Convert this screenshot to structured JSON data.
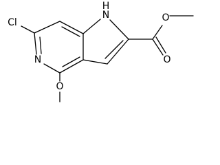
{
  "molecule": {
    "atom_labels": {
      "chlorine": "Cl",
      "pyridine_nitrogen": "N",
      "pyrrole_nh": "H",
      "pyrrole_n": "N",
      "methoxy_oxygen": "O",
      "carbonyl_oxygen": "O",
      "ester_oxygen": "O"
    }
  }
}
